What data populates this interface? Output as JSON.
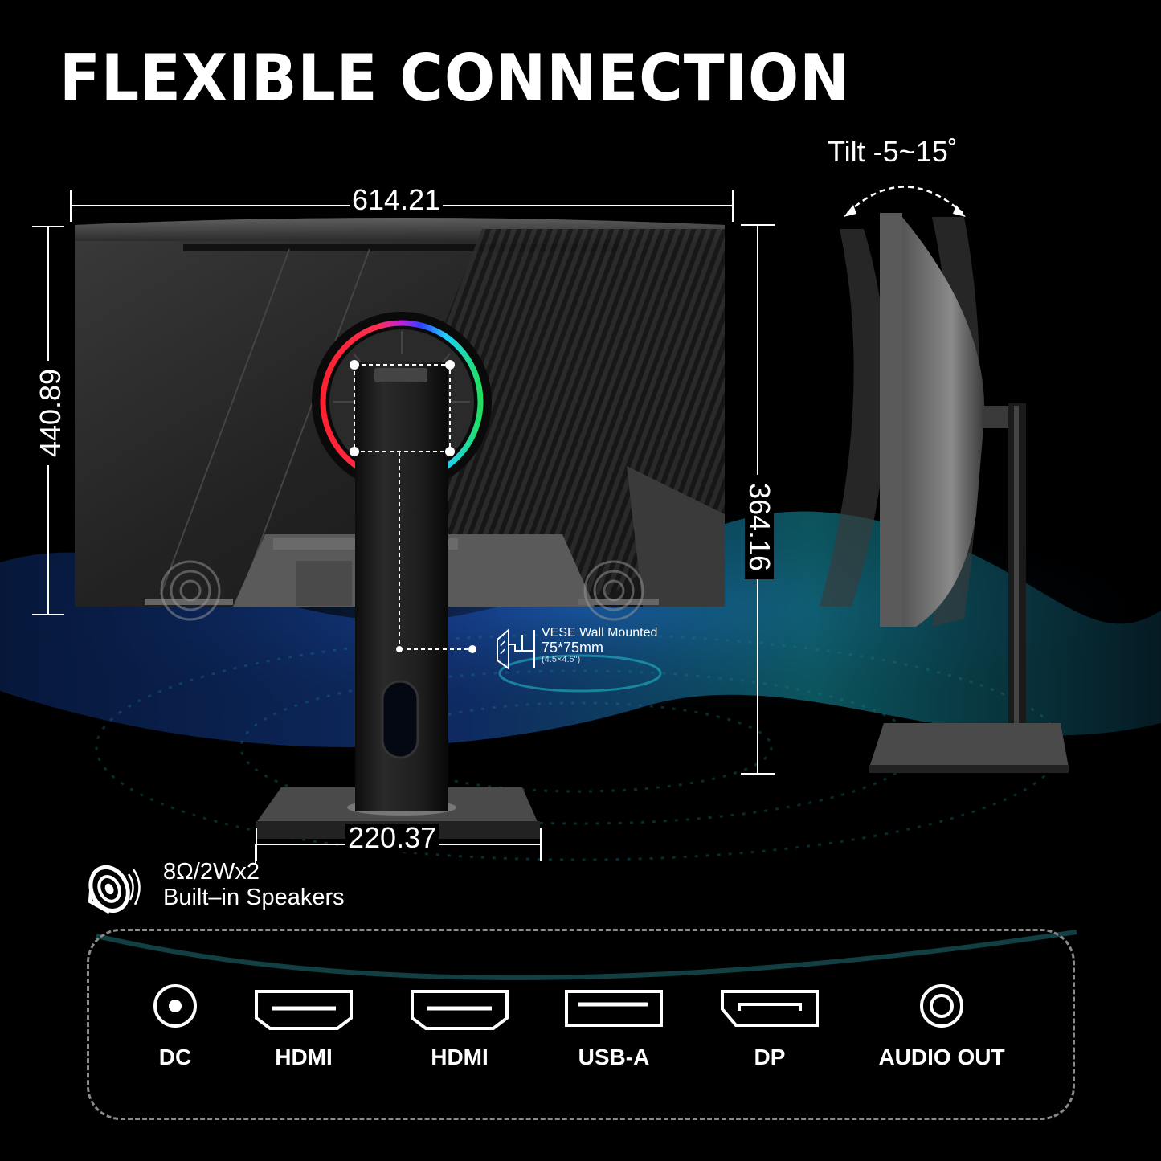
{
  "header": {
    "title": "FLEXIBLE CONNECTION"
  },
  "dimensions": {
    "width": "614.21",
    "height": "440.89",
    "stand_height": "364.16",
    "base_width": "220.37"
  },
  "tilt": {
    "label": "Tilt -5~15˚"
  },
  "vesa": {
    "line1": "VESE Wall Mounted",
    "line2": "75*75mm",
    "line3": "(4.5×4.5\")",
    "icon": "wall-mount-icon"
  },
  "speakers": {
    "spec": "8Ω/2Wx2",
    "label": "Built–in Speakers",
    "icon": "speaker-icon"
  },
  "ports": [
    {
      "label": "DC",
      "icon": "dc-jack-icon"
    },
    {
      "label": "HDMI",
      "icon": "hdmi-port-icon"
    },
    {
      "label": "HDMI",
      "icon": "hdmi-port-icon"
    },
    {
      "label": "USB-A",
      "icon": "usb-a-port-icon"
    },
    {
      "label": "DP",
      "icon": "displayport-icon"
    },
    {
      "label": "AUDIO OUT",
      "icon": "audio-jack-icon"
    }
  ],
  "colors": {
    "background": "#000000",
    "accent_teal": "#1fb5c4",
    "accent_blue": "#1e4fa8",
    "rgb_ring": [
      "#ff2030",
      "#c020e0",
      "#3040ff",
      "#20d0ff",
      "#20e060"
    ],
    "port_border": "#8a8a8a"
  }
}
